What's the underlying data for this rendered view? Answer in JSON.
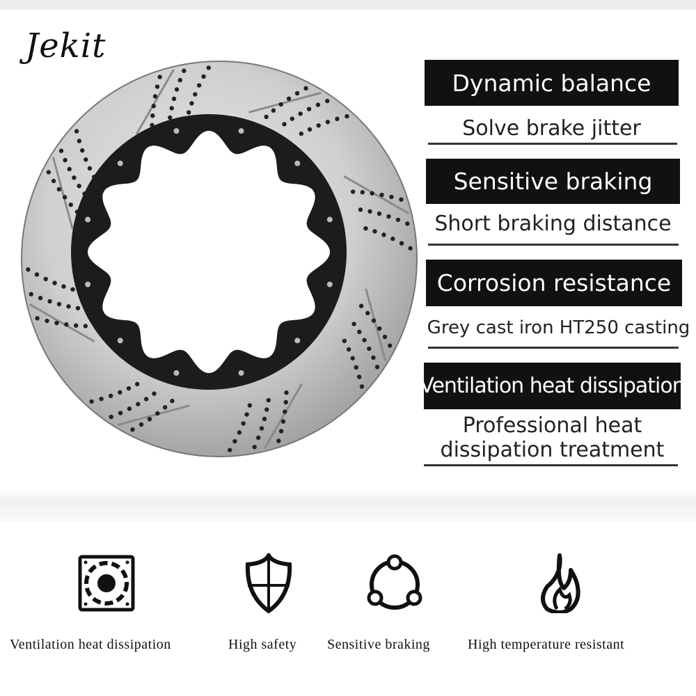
{
  "brand": "Jekit",
  "features": [
    {
      "title": "Dynamic balance",
      "desc": [
        "Solve brake jitter"
      ]
    },
    {
      "title": "Sensitive braking",
      "desc": [
        "Short braking distance"
      ]
    },
    {
      "title": "Corrosion resistance",
      "desc": [
        "Grey cast iron HT250 casting"
      ]
    },
    {
      "title": "Ventilation heat dissipation",
      "desc": [
        "Professional heat",
        "dissipation treatment"
      ]
    }
  ],
  "icons": [
    {
      "icon": "fan-icon",
      "label": "Ventilation heat dissipation"
    },
    {
      "icon": "shield-icon",
      "label": "High safety"
    },
    {
      "icon": "cycle-icon",
      "label": "Sensitive braking"
    },
    {
      "icon": "flame-icon",
      "label": "High temperature resistant"
    }
  ],
  "colors": {
    "label_bg": "#111111",
    "disc": "#c9c9c9",
    "hat": "#1c1c1c"
  }
}
